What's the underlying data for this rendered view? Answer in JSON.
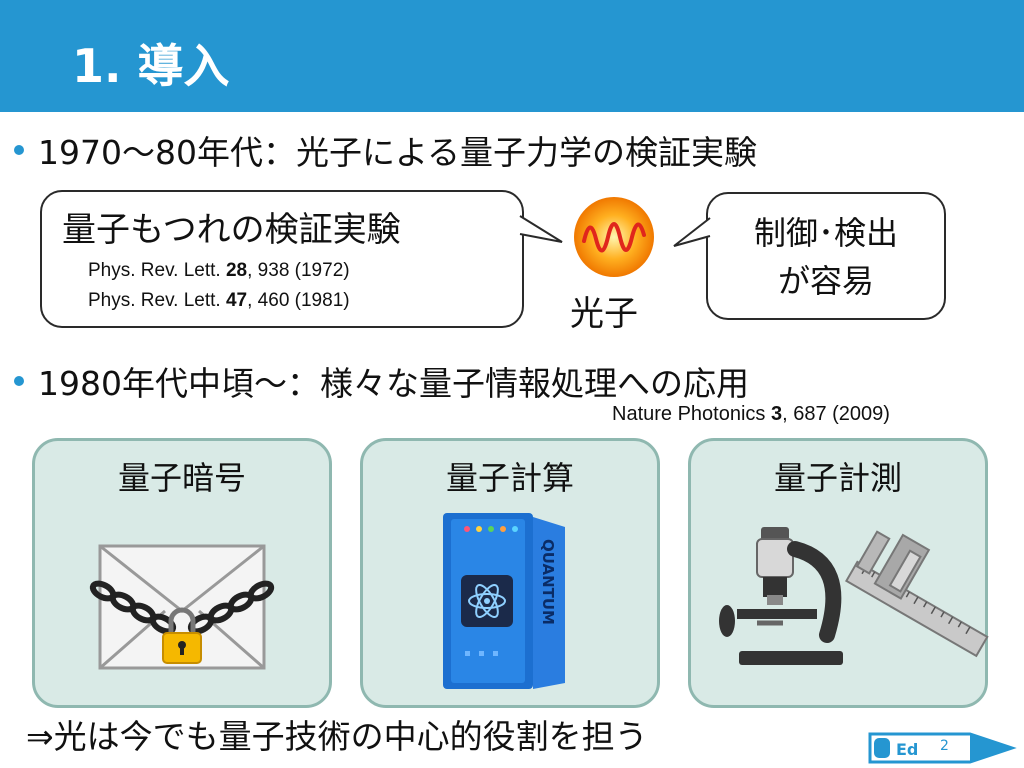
{
  "slide": {
    "title": "1. 導入",
    "bullets": [
      "1970〜80年代：光子による量子力学の検証実験",
      "1980年代中頃〜：様々な量子情報処理への応用"
    ],
    "bubble_left": {
      "title": "量子もつれの検証実験",
      "refs": [
        {
          "prefix": "Phys. Rev. Lett. ",
          "bold": "28",
          "suffix": ", 938 (1972)"
        },
        {
          "prefix": "Phys. Rev. Lett. ",
          "bold": "47",
          "suffix": ", 460 (1981)"
        }
      ]
    },
    "bubble_right": {
      "line1": "制御･検出",
      "line2": "が容易"
    },
    "photon_label": "光子",
    "nature_ref": {
      "prefix": "Nature Photonics ",
      "bold": "3",
      "suffix": ", 687 (2009)"
    },
    "panels": [
      {
        "label": "量子暗号",
        "icon": "locked-envelope-icon"
      },
      {
        "label": "量子計算",
        "icon": "quantum-computer-icon",
        "device_text": "QUANTUM"
      },
      {
        "label": "量子計測",
        "icon": "microscope-caliper-icon"
      }
    ],
    "conclusion": "⇒光は今でも量子技術の中心的役割を担う",
    "page_number": "2",
    "logo_text": "Ed",
    "colors": {
      "header": "#2596d1",
      "panel_fill": "#d9eae6",
      "panel_border": "#8fb8b0"
    }
  }
}
